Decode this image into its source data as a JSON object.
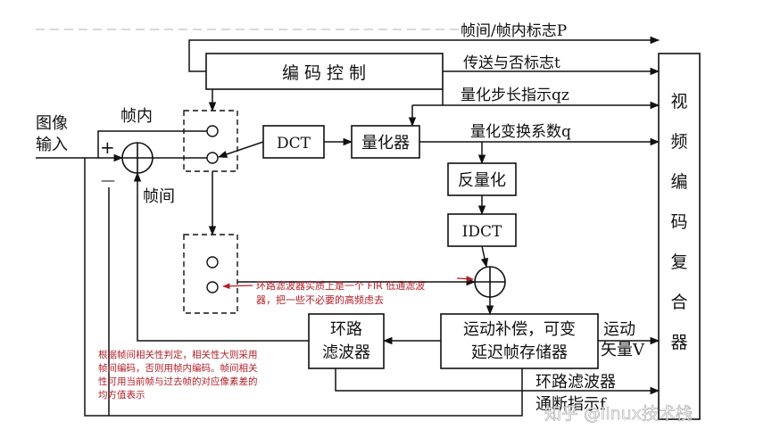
{
  "labels": {
    "image_input_1": "图像",
    "image_input_2": "输入",
    "intra": "帧内",
    "inter": "帧间",
    "plus": "+",
    "minus": "—",
    "coding_control": "编 码 控 制",
    "dct": "DCT",
    "quantizer": "量化器",
    "dequantizer": "反量化",
    "idct": "IDCT",
    "motion_comp_1": "运动补偿，可变",
    "motion_comp_2": "延迟帧存储器",
    "loop_filter_1": "环路",
    "loop_filter_2": "滤波器",
    "frame_flag": "帧间/帧内标志P",
    "transmit_flag": "传送与否标志t",
    "quant_step": "量化步长指示qz",
    "quant_coeff": "量化变换系数q",
    "motion_vector_1": "运动",
    "motion_vector_2": "矢量V",
    "loop_filter_out_1": "环路滤波器",
    "loop_filter_out_2": "通断指示f",
    "mux_chars": [
      "视",
      "频",
      "编",
      "码",
      "复",
      "合",
      "器"
    ]
  },
  "annotations": {
    "fir_note_1": "环路滤波器实质上是一个 FIR 低通滤波",
    "fir_note_2": "器，把一些不必要的高频虑去",
    "decision_note_1": "根据帧间相关性判定，相关性大则采用",
    "decision_note_2": "帧间编码，否则用帧内编码。帧间相关",
    "decision_note_3": "性可用当前帧与过去帧的对应像素差的",
    "decision_note_4": "均方值表示"
  },
  "watermark": "知乎 @linux技术栈",
  "colors": {
    "line": "#111111",
    "annotation": "#b0202a"
  }
}
